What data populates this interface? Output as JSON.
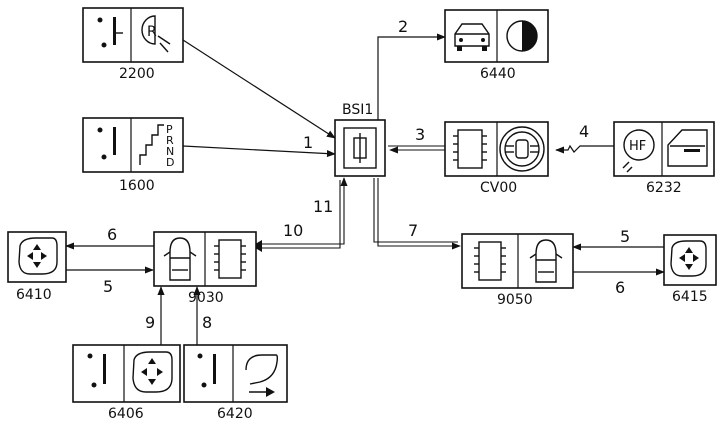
{
  "central": {
    "code": "BSI1"
  },
  "modules": {
    "m2200": "2200",
    "m1600": "1600",
    "m6440": "6440",
    "mCV00": "CV00",
    "m6232": "6232",
    "m6410": "6410",
    "m9030": "9030",
    "m9050": "9050",
    "m6415": "6415",
    "m6406": "6406",
    "m6420": "6420"
  },
  "gear_letters": [
    "P",
    "R",
    "N",
    "D"
  ],
  "hf_text": "HF",
  "reverse_letter": "R",
  "links": {
    "l1": "1",
    "l2": "2",
    "l3": "3",
    "l4": "4",
    "l5a": "5",
    "l5b": "5",
    "l6a": "6",
    "l6b": "6",
    "l7": "7",
    "l8": "8",
    "l9": "9",
    "l10": "10",
    "l11": "11"
  }
}
